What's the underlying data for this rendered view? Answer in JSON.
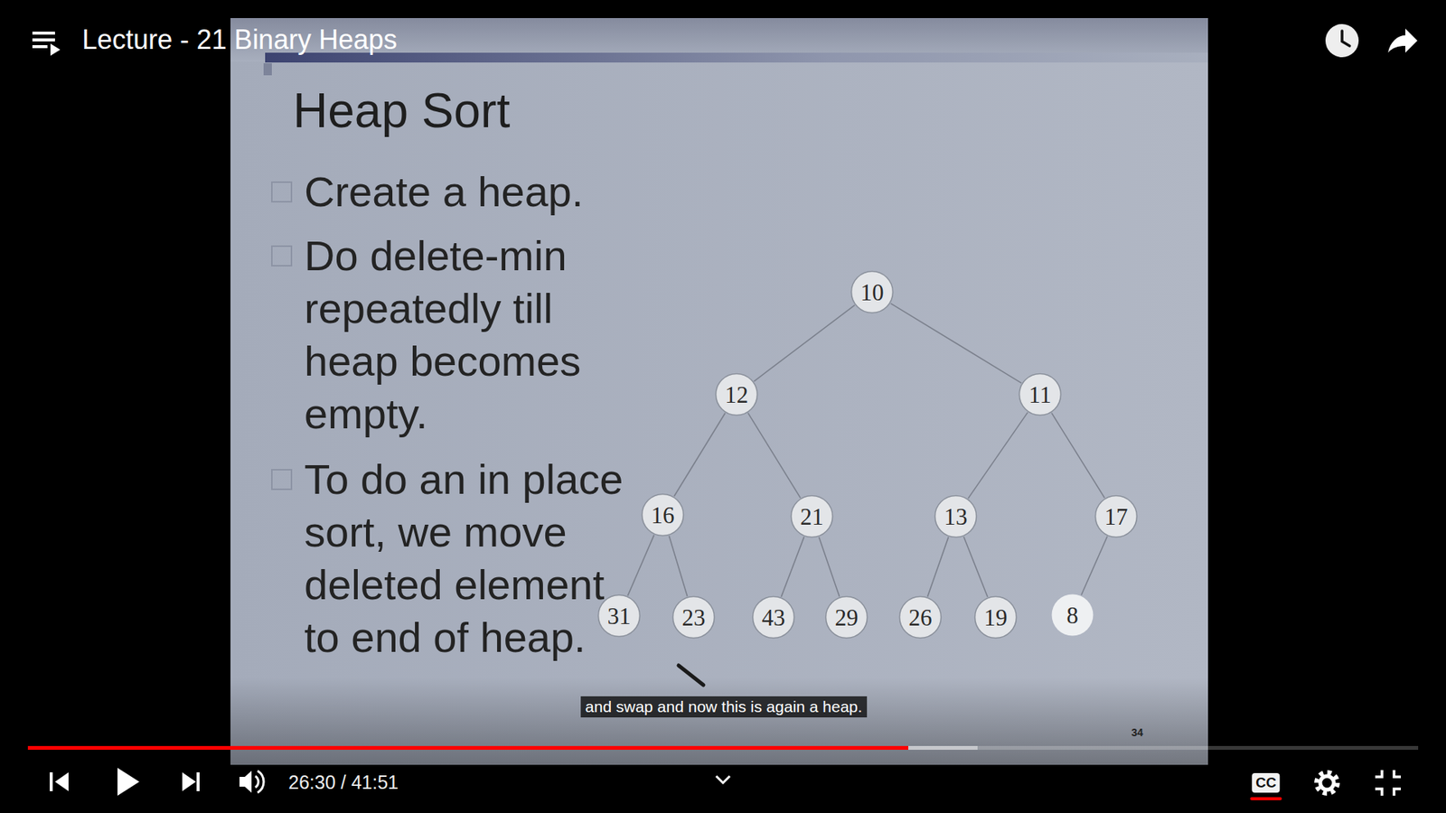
{
  "diagram": {
    "title": "Heap Sort",
    "nodes": [
      {
        "text": [
          "10"
        ]
      },
      {
        "text": [
          "12"
        ]
      },
      {
        "text": [
          "11"
        ]
      },
      {
        "text": [
          "16"
        ]
      },
      {
        "text": [
          "21"
        ]
      },
      {
        "text": [
          "13"
        ]
      },
      {
        "text": [
          "17"
        ]
      },
      {
        "text": [
          "31"
        ]
      },
      {
        "text": [
          "23"
        ]
      },
      {
        "text": [
          "43"
        ]
      },
      {
        "text": [
          "29"
        ]
      },
      {
        "text": [
          "26"
        ]
      },
      {
        "text": [
          "19"
        ]
      },
      {
        "text": [
          "8"
        ]
      }
    ],
    "edges": [
      {
        "from": 0,
        "to": 1,
        "arrow": "none"
      },
      {
        "from": 0,
        "to": 2,
        "arrow": "none"
      },
      {
        "from": 1,
        "to": 3,
        "arrow": "none"
      },
      {
        "from": 1,
        "to": 4,
        "arrow": "none"
      },
      {
        "from": 2,
        "to": 5,
        "arrow": "none"
      },
      {
        "from": 2,
        "to": 6,
        "arrow": "none"
      },
      {
        "from": 3,
        "to": 7,
        "arrow": "none"
      },
      {
        "from": 3,
        "to": 8,
        "arrow": "none"
      },
      {
        "from": 4,
        "to": 9,
        "arrow": "none"
      },
      {
        "from": 4,
        "to": 10,
        "arrow": "none"
      },
      {
        "from": 5,
        "to": 11,
        "arrow": "none"
      },
      {
        "from": 5,
        "to": 12,
        "arrow": "none"
      },
      {
        "from": 6,
        "to": 13,
        "arrow": "none"
      }
    ],
    "labels": [
      "Lecture - 21 Binary Heaps",
      "Create a heap.",
      "Do delete-min repeatedly till heap becomes empty.",
      "To do an in place sort, we move deleted element to end of heap.",
      "and swap and now this is again a heap.",
      "34",
      "26:30 / 41:51",
      "CC"
    ]
  }
}
